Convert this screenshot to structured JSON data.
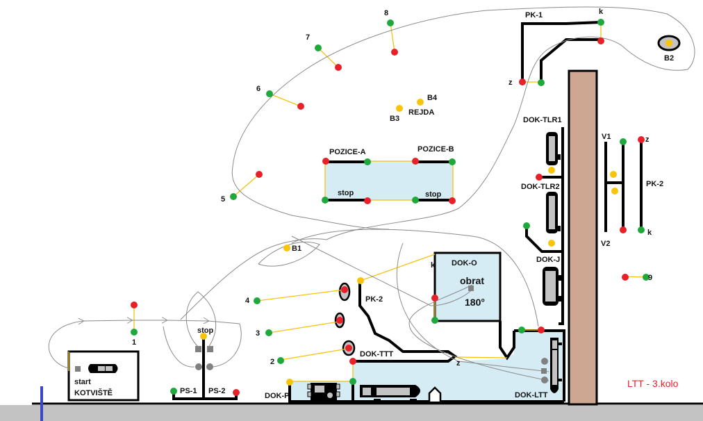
{
  "title": "LTT - 3.kolo",
  "colors": {
    "green": "#1fa83c",
    "red": "#e8202a",
    "yellow": "#f9c40c",
    "water": "#d6ecf5",
    "ground": "#c3c3c3",
    "pier": "#cda792",
    "path": "#8a8a8a",
    "title": "#e8202a",
    "marker_blue": "#3b48c6"
  },
  "gates": [
    {
      "id": "1",
      "label": "1"
    },
    {
      "id": "2",
      "label": "2"
    },
    {
      "id": "3",
      "label": "3"
    },
    {
      "id": "4",
      "label": "4"
    },
    {
      "id": "5",
      "label": "5"
    },
    {
      "id": "6",
      "label": "6"
    },
    {
      "id": "7",
      "label": "7"
    },
    {
      "id": "8",
      "label": "8"
    },
    {
      "id": "9",
      "label": "9"
    }
  ],
  "buoys": {
    "b1": "B1",
    "b2": "B2",
    "b3": "B3",
    "b4": "B4",
    "rejda": "REJDA"
  },
  "areas": {
    "start": "start",
    "kotviste": "KOTVIŠTĚ",
    "stop_ps": "stop",
    "ps1": "PS-1",
    "ps2": "PS-2",
    "pozice_a": "POZICE-A",
    "pozice_b": "POZICE-B",
    "pozice_stop_a": "stop",
    "pozice_stop_b": "stop",
    "pk1": "PK-1",
    "pk1_z": "z",
    "pk1_k": "k",
    "pk2_left": "PK-2",
    "pk2_right": "PK-2",
    "pk2_z": "z",
    "pk2_k": "k",
    "v1": "V1",
    "v2": "V2",
    "dok_o": "DOK-O",
    "dok_o_k": "k",
    "obrat": "obrat",
    "obrat_deg": "180°",
    "dok_ttt": "DOK-TTT",
    "dok_ttt_z": "z",
    "dok_p": "DOK-P",
    "dok_ltt": "DOK-LTT",
    "dok_tlr1": "DOK-TLR1",
    "dok_tlr2": "DOK-TLR2",
    "dok_j": "DOK-J"
  }
}
